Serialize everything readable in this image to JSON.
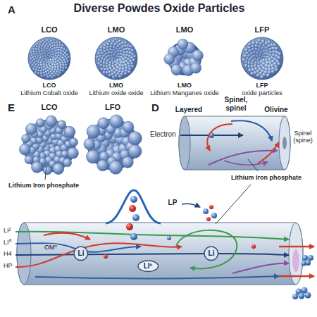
{
  "diagram": {
    "title": "Diverse Powdes Oxide Particles",
    "nodes": [
      {
        "text": [
          "Li"
        ]
      },
      {
        "text": [
          "LIº"
        ]
      },
      {
        "text": [
          "Li"
        ]
      }
    ],
    "labels": [
      "A",
      "LCO",
      "LMO",
      "LMO",
      "LFP",
      "LCO",
      "Lithium Cobalt oxide",
      "LMO",
      "Lithium oxide oxide",
      "LMO",
      "Lithium Manganes oxide",
      "LFP",
      "oxide particles",
      "E",
      "LCO",
      "LFO",
      "Lithium Iron phosphate",
      "D",
      "Layered",
      "Spinel, spinel",
      "Olivine",
      "Electron",
      "Spinel (spine)",
      "Lithium Iron phosphate",
      "LP",
      "LI²",
      "LI⁰",
      "H4",
      "HP",
      "OMº"
    ]
  }
}
